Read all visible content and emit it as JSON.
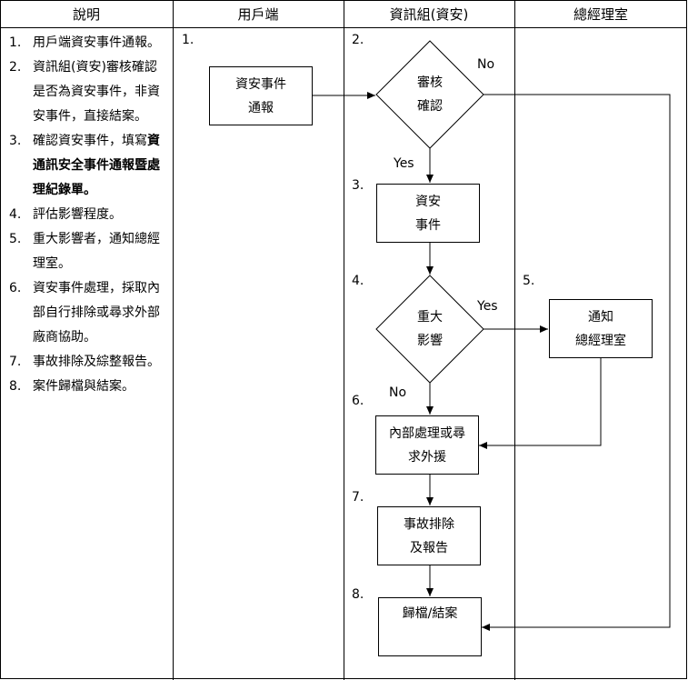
{
  "headers": {
    "description": "說明",
    "user": "用戶端",
    "infosec": "資訊組(資安)",
    "gm": "總經理室"
  },
  "notes": [
    {
      "num": "1.",
      "text": "用戶端資安事件通報。"
    },
    {
      "num": "2.",
      "text": "資訊組(資安)審核確認是否為資安事件，非資安事件，直接結案。"
    },
    {
      "num": "3.",
      "pre": "確認資安事件，填寫",
      "bold": "資通訊安全事件通報暨處理紀錄單",
      "post": "。"
    },
    {
      "num": "4.",
      "text": "評估影響程度。"
    },
    {
      "num": "5.",
      "text": "重大影響者，通知總經理室。"
    },
    {
      "num": "6.",
      "text": "資安事件處理，採取內部自行排除或尋求外部廠商協助。"
    },
    {
      "num": "7.",
      "text": "事故排除及綜整報告。"
    },
    {
      "num": "8.",
      "text": "案件歸檔與結案。"
    }
  ],
  "flow": {
    "report": "資安事件\n通報",
    "review": "審核\n確認",
    "event": "資安\n事件",
    "major": "重大\n影響",
    "notify": "通知\n總經理室",
    "handle": "內部處理或尋\n求外援",
    "resolve": "事故排除\n及報告",
    "archive": "歸檔/結案"
  },
  "steps": [
    "1.",
    "2.",
    "3.",
    "4.",
    "5.",
    "6.",
    "7.",
    "8."
  ],
  "branches": {
    "review_no": "No",
    "review_yes": "Yes",
    "major_yes": "Yes",
    "major_no": "No"
  }
}
